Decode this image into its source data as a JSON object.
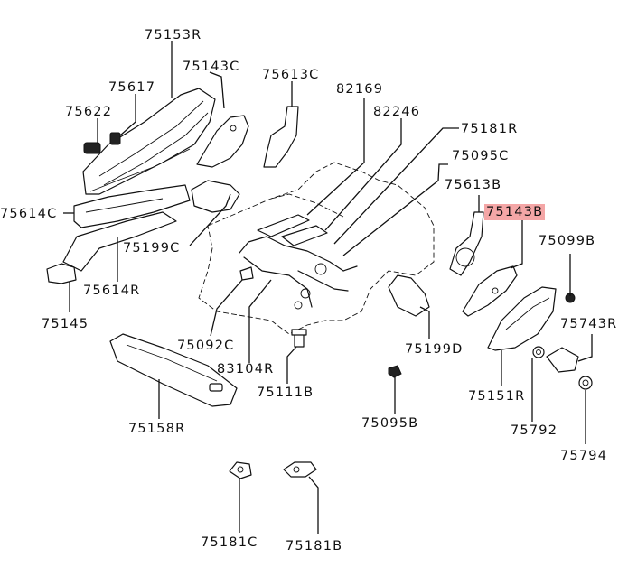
{
  "diagram": {
    "labels": {
      "p75153R": "75153R",
      "p75617": "75617",
      "p75143C": "75143C",
      "p75613C": "75613C",
      "p82169": "82169",
      "p75622": "75622",
      "p82246": "82246",
      "p75181R": "75181R",
      "p75095C": "75095C",
      "p75613B": "75613B",
      "p75143B": "75143B",
      "p75614C": "75614C",
      "p75099B": "75099B",
      "p75199C": "75199C",
      "p75614R": "75614R",
      "p75145": "75145",
      "p75743R": "75743R",
      "p75092C": "75092C",
      "p75199D": "75199D",
      "p83104R": "83104R",
      "p75111B": "75111B",
      "p75151R": "75151R",
      "p75158R": "75158R",
      "p75095B": "75095B",
      "p75792": "75792",
      "p75794": "75794",
      "p75181C": "75181C",
      "p75181B": "75181B"
    },
    "highlight_color": "#f4a6a6"
  }
}
